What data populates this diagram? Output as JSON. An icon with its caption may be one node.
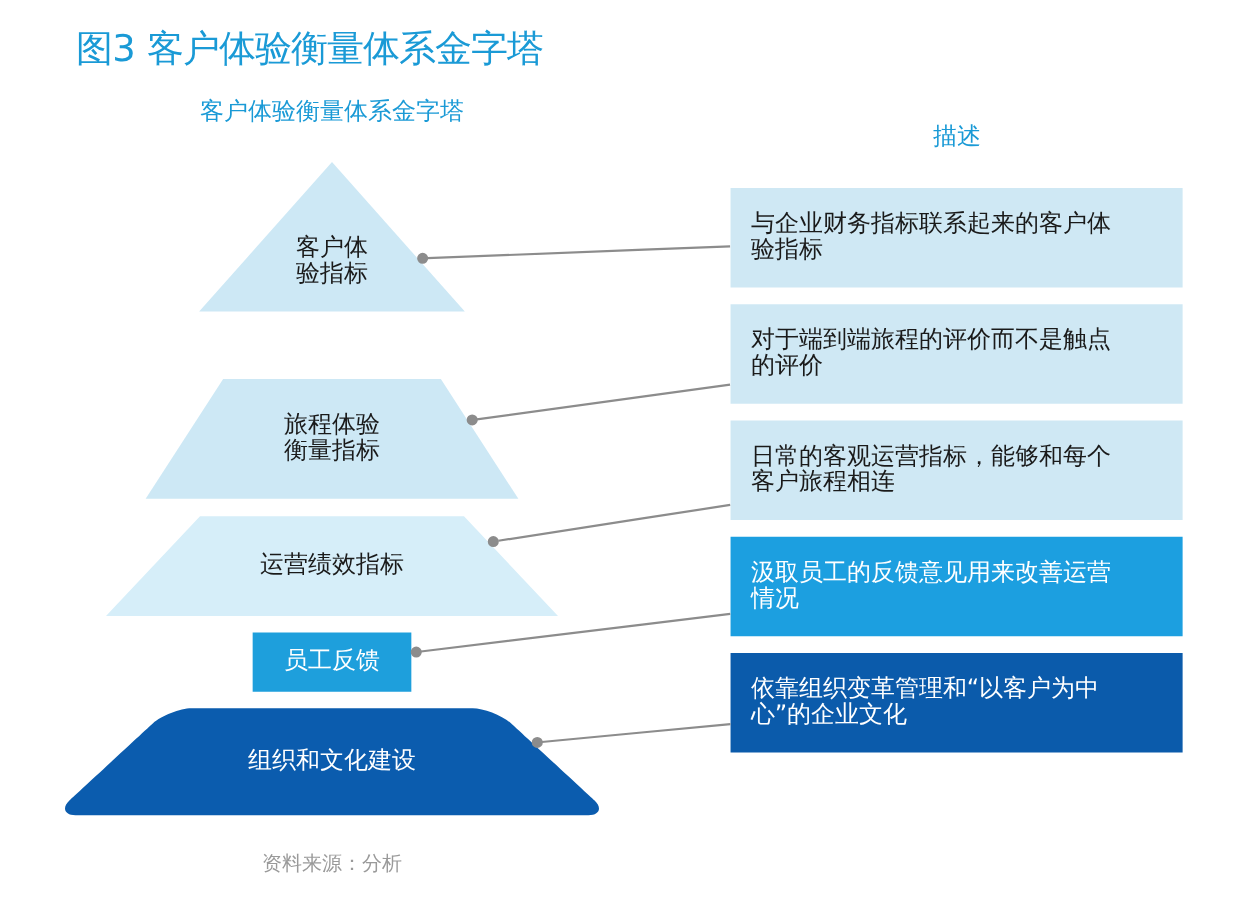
{
  "diagram": {
    "title": "图3 客户体验衡量体系金字塔",
    "nodes": [
      {
        "text": [
          "客户体验指标"
        ]
      },
      {
        "text": [
          "旅程体验衡量指标"
        ]
      },
      {
        "text": [
          "运营绩效指标"
        ]
      },
      {
        "text": [
          "员工反馈"
        ]
      },
      {
        "text": [
          "组织和文化建设"
        ]
      },
      {
        "text": [
          "与企业财务指标联系起来的客户体验指标"
        ]
      },
      {
        "text": [
          "对于端到端旅程的评价而不是触点的评价"
        ]
      },
      {
        "text": [
          "日常的客观运营指标，能够和每个客户旅程相连"
        ]
      },
      {
        "text": [
          "汲取员工的反馈意见用来改善运营情况"
        ]
      },
      {
        "text": [
          "依靠组织变革管理和“以客户为中心”的企业文化"
        ]
      }
    ],
    "edges": [
      {
        "from": 0,
        "to": 5,
        "arrow": "other"
      },
      {
        "from": 1,
        "to": 6,
        "arrow": "other"
      },
      {
        "from": 2,
        "to": 7,
        "arrow": "other"
      },
      {
        "from": 3,
        "to": 8,
        "arrow": "other"
      },
      {
        "from": 4,
        "to": 9,
        "arrow": "other"
      }
    ],
    "labels": [
      "客户体验衡量体系金字塔",
      "描述",
      "资料来源：分析"
    ]
  }
}
